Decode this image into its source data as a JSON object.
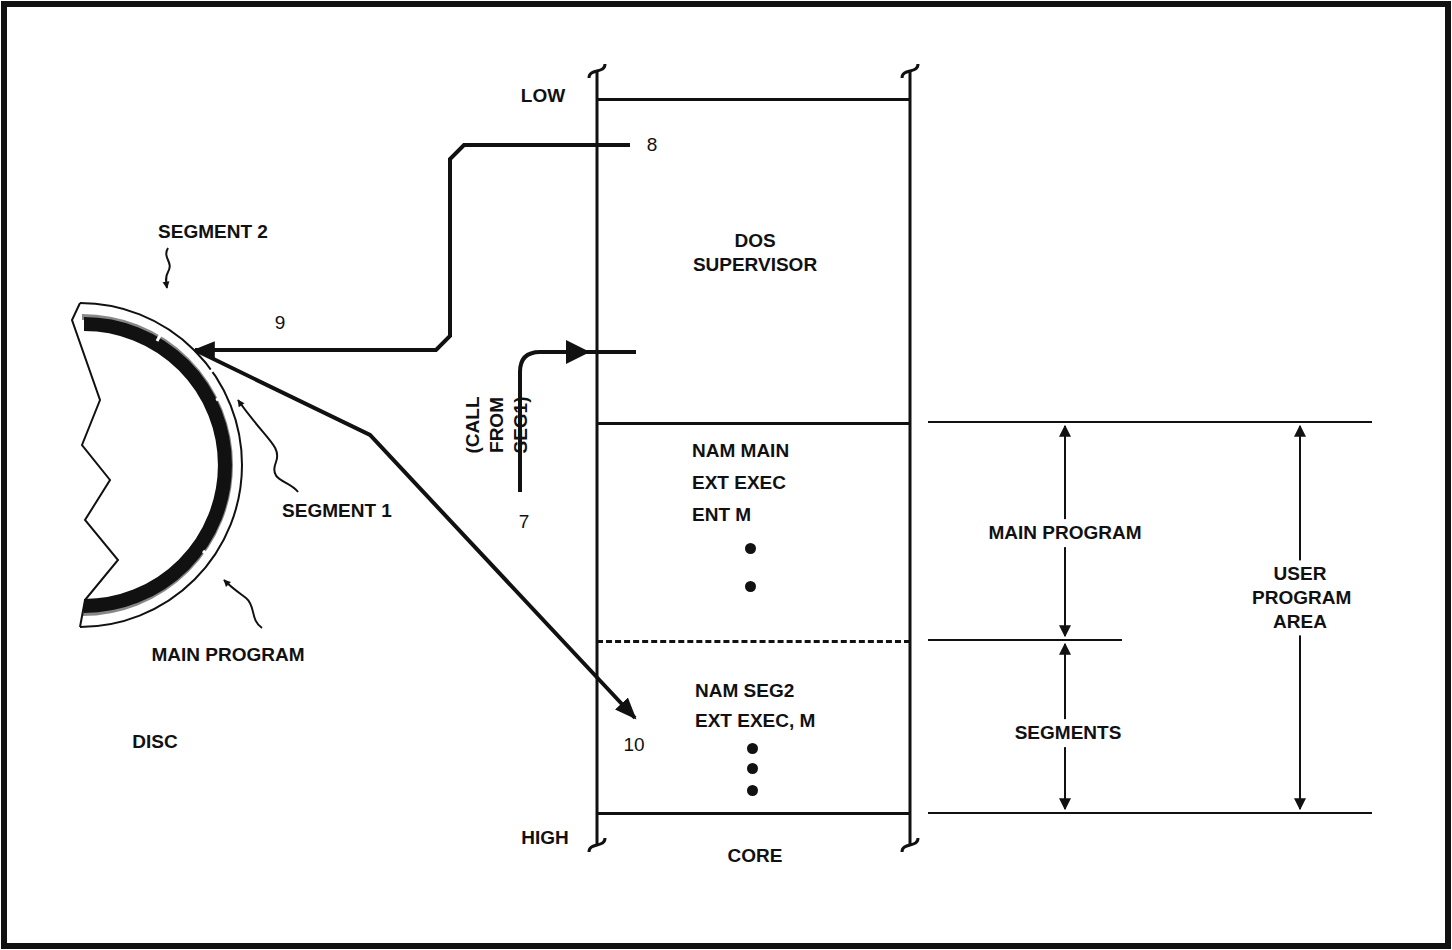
{
  "diagram": {
    "nodes": [
      {
        "text": [
          "CORE"
        ]
      },
      {
        "text": [
          "DOS SUPERVISOR"
        ],
        "in": 0
      },
      {
        "text": [
          "NAM MAIN",
          "EXT EXEC",
          "ENT M"
        ],
        "in": 0
      },
      {
        "text": [
          "NAM SEG2",
          "EXT EXEC, M"
        ],
        "in": 0
      },
      {
        "text": [
          "DISC"
        ]
      }
    ],
    "edges": [
      {
        "from": 1,
        "to": 4,
        "arrow": "to"
      },
      {
        "from": 4,
        "to": 3,
        "arrow": "to"
      }
    ],
    "labels": [
      "LOW",
      "HIGH",
      "8",
      "9",
      "7",
      "10",
      "(CALL FROM SEG1)",
      "SEGMENT 2",
      "SEGMENT 1",
      "MAIN PROGRAM",
      "MAIN PROGRAM",
      "SEGMENTS",
      "USER PROGRAM AREA"
    ]
  }
}
